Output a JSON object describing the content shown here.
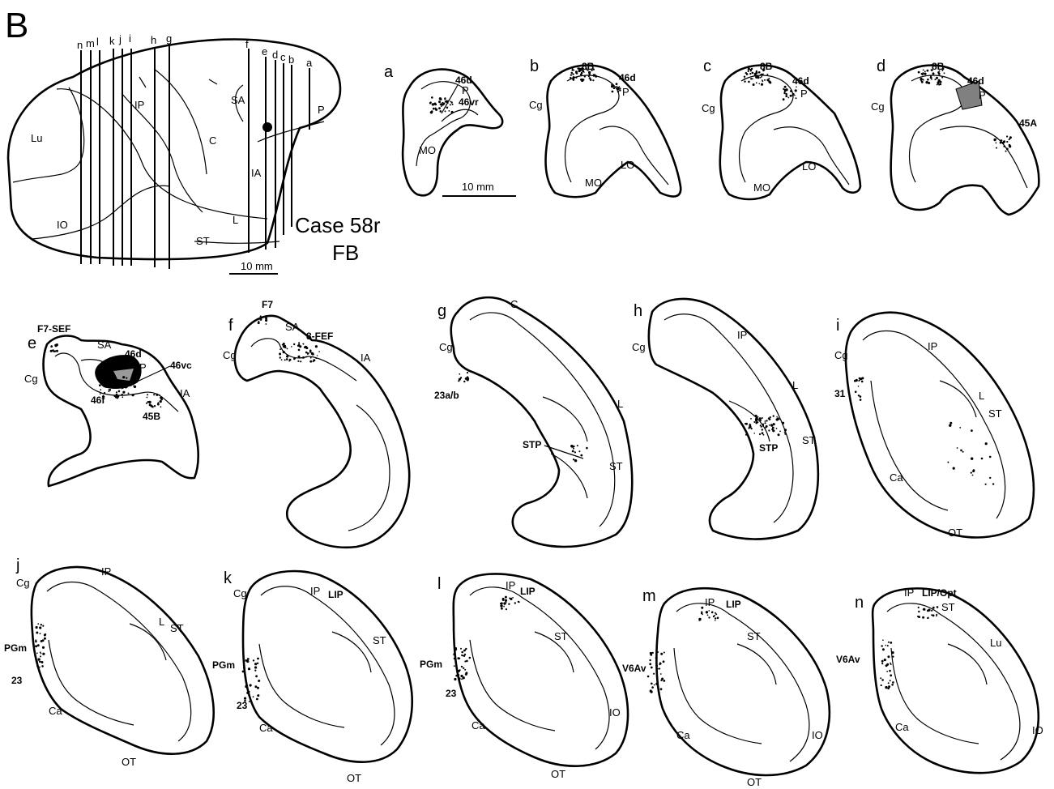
{
  "panel_label": "B",
  "case_label": "Case 58r",
  "tracer_label": "FB",
  "scalebar_brain": "10 mm",
  "scalebar_sections": "10 mm",
  "section_letters": [
    "n",
    "m",
    "l",
    "k",
    "j",
    "i",
    "h",
    "g",
    "f",
    "e",
    "d",
    "c",
    "b",
    "a"
  ],
  "brain_sulci": [
    "Lu",
    "IP",
    "C",
    "SA",
    "P",
    "IA",
    "L",
    "IO",
    "ST"
  ],
  "sections": {
    "a": {
      "letter": "a",
      "labels": [
        "46d",
        "P",
        "46vr",
        "MO"
      ]
    },
    "b": {
      "letter": "b",
      "labels": [
        "8B",
        "46d",
        "P",
        "Cg",
        "LO",
        "MO"
      ]
    },
    "c": {
      "letter": "c",
      "labels": [
        "8B",
        "46d",
        "P",
        "Cg",
        "LO",
        "MO"
      ]
    },
    "d": {
      "letter": "d",
      "labels": [
        "8B",
        "46d",
        "P",
        "Cg",
        "45A"
      ]
    },
    "e": {
      "letter": "e",
      "labels": [
        "F7-SEF",
        "SA",
        "46d",
        "P",
        "46vc",
        "Cg",
        "46f",
        "45B",
        "IA"
      ]
    },
    "f": {
      "letter": "f",
      "labels": [
        "F7",
        "SA",
        "8-FEF",
        "Cg",
        "IA"
      ]
    },
    "g": {
      "letter": "g",
      "labels": [
        "C",
        "Cg",
        "23a/b",
        "L",
        "STP",
        "ST"
      ]
    },
    "h": {
      "letter": "h",
      "labels": [
        "IP",
        "Cg",
        "L",
        "STP",
        "ST"
      ]
    },
    "i": {
      "letter": "i",
      "labels": [
        "IP",
        "Cg",
        "31",
        "L",
        "ST",
        "Ca",
        "OT"
      ]
    },
    "j": {
      "letter": "j",
      "labels": [
        "Cg",
        "IP",
        "L",
        "ST",
        "PGm",
        "23",
        "Ca",
        "OT"
      ]
    },
    "k": {
      "letter": "k",
      "labels": [
        "Cg",
        "IP",
        "LIP",
        "ST",
        "PGm",
        "23",
        "Ca",
        "OT"
      ]
    },
    "l": {
      "letter": "l",
      "labels": [
        "IP",
        "LIP",
        "ST",
        "PGm",
        "23",
        "Ca",
        "IO",
        "OT"
      ]
    },
    "m": {
      "letter": "m",
      "labels": [
        "IP",
        "LIP",
        "ST",
        "V6Av",
        "Ca",
        "IO",
        "OT"
      ]
    },
    "n": {
      "letter": "n",
      "labels": [
        "IP",
        "LIP/Opt",
        "ST",
        "Lu",
        "V6Av",
        "Ca",
        "IO"
      ]
    }
  }
}
